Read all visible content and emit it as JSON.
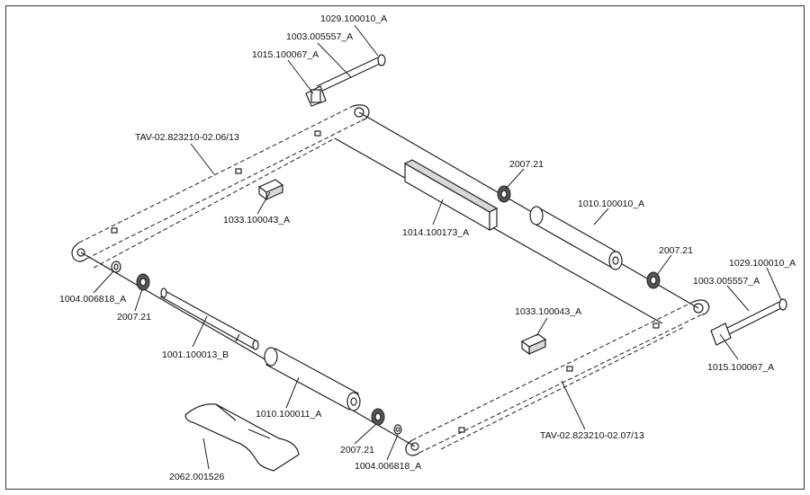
{
  "diagram": {
    "labels": {
      "top_pin_cap": "1029.100010_A",
      "top_pin": "1003.005557_A",
      "top_bracket": "1015.100067_A",
      "rail_left": "TAV-02.823210-02.06/13",
      "clip_left": "1033.100043_A",
      "bar_flat": "1014.100173_A",
      "bearing_top": "2007.21",
      "roller_top": "1010.100010_A",
      "bearing_mid_right": "2007.21",
      "right_pin_cap": "1029.100010_A",
      "right_pin": "1003.005557_A",
      "right_bracket": "1015.100067_A",
      "washer_left": "1004.006818_A",
      "bearing_left": "2007.21",
      "shaft": "1001.100013_B",
      "clip_right": "1033.100043_A",
      "roller_bottom": "1010.100011_A",
      "bearing_bottom": "2007.21",
      "washer_bottom": "1004.006818_A",
      "rail_right": "TAV-02.823210-02.07/13",
      "belt": "2062.001526"
    }
  }
}
